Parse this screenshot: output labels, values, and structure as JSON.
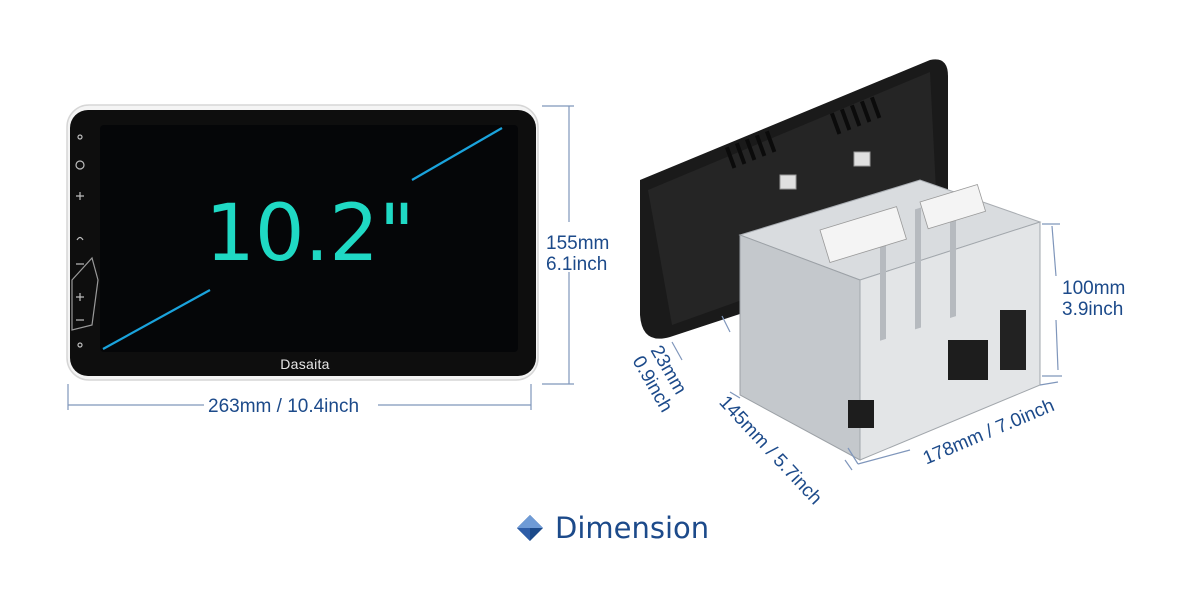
{
  "front_view": {
    "screen_size": "10.2\"",
    "brand": "Dasaita",
    "height_label_mm": "155mm",
    "height_label_inch": "6.1inch",
    "width_label": "263mm / 10.4inch"
  },
  "rear_view": {
    "height_label_mm": "100mm",
    "height_label_inch": "3.9inch",
    "depth_mm": "23mm",
    "depth_inch": "0.9inch",
    "body_depth_label": "145mm / 5.7inch",
    "body_width_label": "178mm / 7.0inch"
  },
  "heading": {
    "title": "Dimension",
    "icon": "diamond-icon"
  },
  "colors": {
    "dimension_blue": "#1c4a8a",
    "screen_text": "#1fd9c4",
    "diagonal_line": "#1aa3dc"
  }
}
